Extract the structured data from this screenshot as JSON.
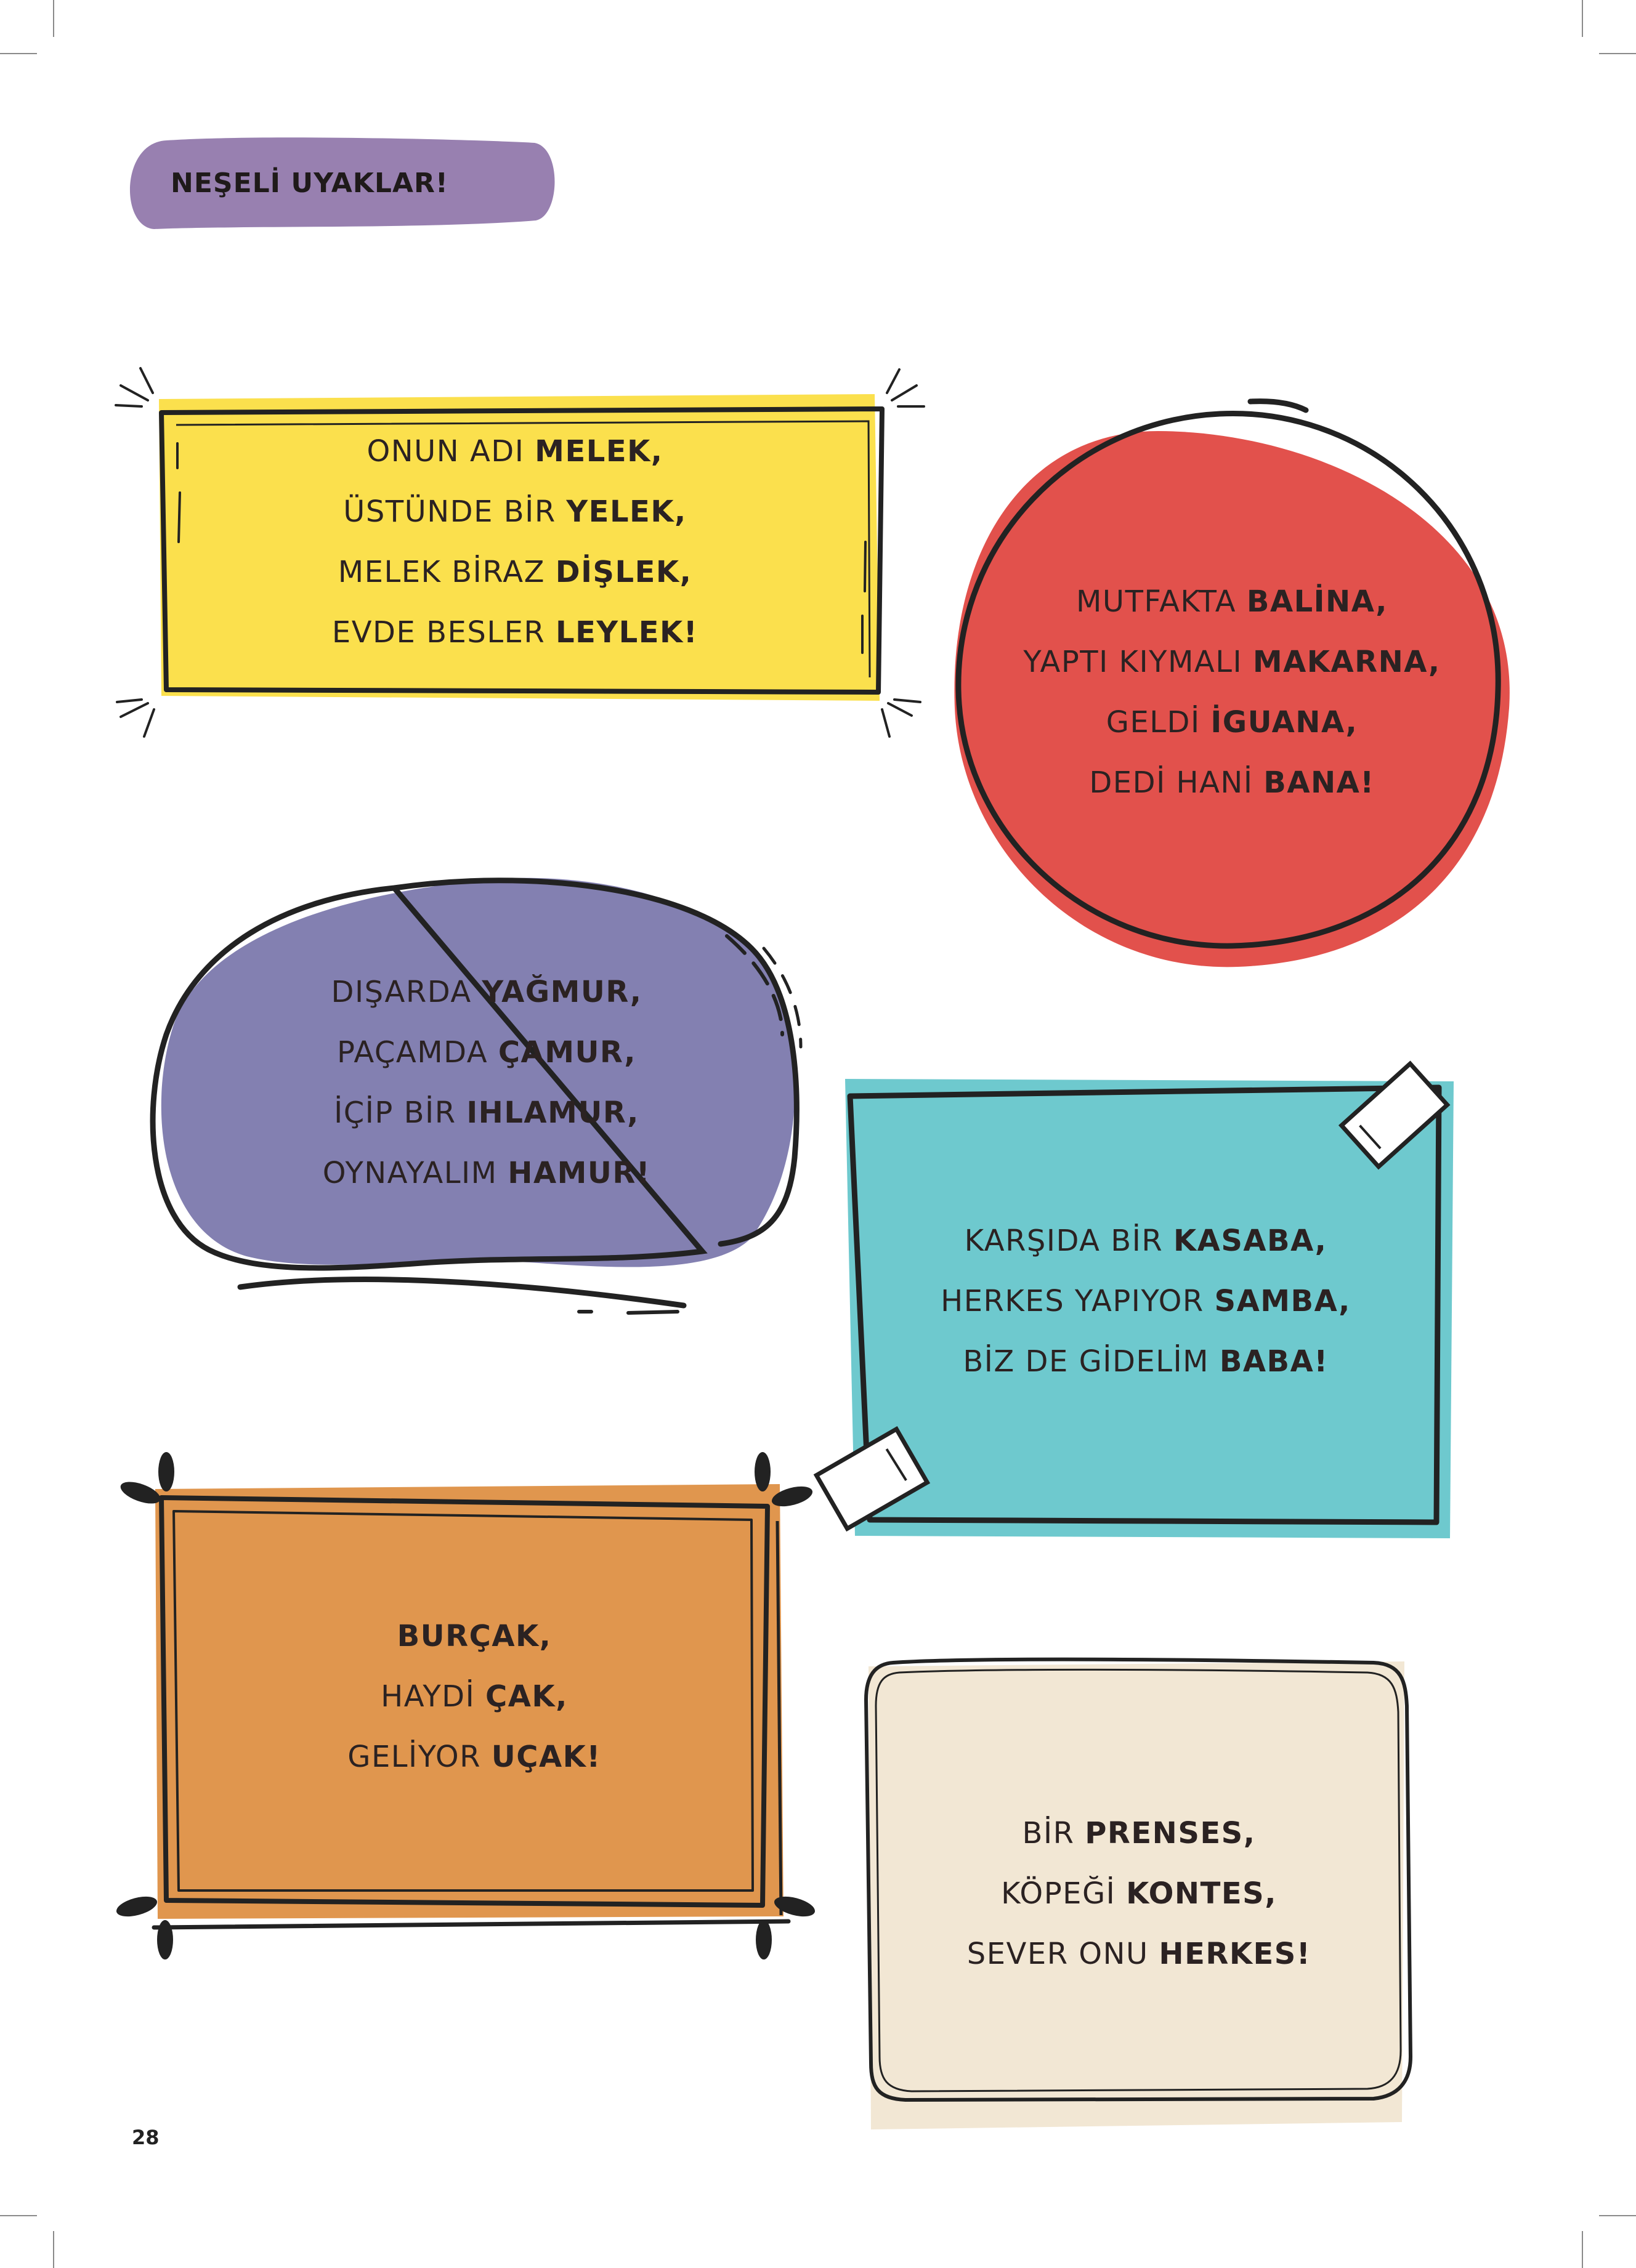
{
  "header": {
    "title": "NEŞELİ UYAKLAR!"
  },
  "page_number": "28",
  "colors": {
    "purple_pill": "#9880b0",
    "yellow": "#fbe04d",
    "red": "#e2514c",
    "lavender": "#8380b1",
    "teal": "#6ec9ce",
    "orange": "#e0964e",
    "cream": "#f2e7d4",
    "outline": "#222222"
  },
  "rhymes": [
    {
      "id": "melek",
      "lines": [
        [
          {
            "t": "ONUN ADI "
          },
          {
            "t": "MELEK,",
            "b": true
          }
        ],
        [
          {
            "t": "ÜSTÜNDE BİR "
          },
          {
            "t": "YELEK,",
            "b": true
          }
        ],
        [
          {
            "t": "MELEK BİRAZ "
          },
          {
            "t": "DİŞLEK,",
            "b": true
          }
        ],
        [
          {
            "t": "EVDE BESLER "
          },
          {
            "t": "LEYLEK!",
            "b": true
          }
        ]
      ]
    },
    {
      "id": "balina",
      "lines": [
        [
          {
            "t": "MUTFAKTA "
          },
          {
            "t": "BALİNA,",
            "b": true
          }
        ],
        [
          {
            "t": "YAPTI KIYMALI "
          },
          {
            "t": "MAKARNA,",
            "b": true
          }
        ],
        [
          {
            "t": "GELDİ "
          },
          {
            "t": "İGUANA,",
            "b": true
          }
        ],
        [
          {
            "t": "DEDİ HANİ "
          },
          {
            "t": "BANA!",
            "b": true
          }
        ]
      ]
    },
    {
      "id": "yagmur",
      "lines": [
        [
          {
            "t": "DIŞARDA "
          },
          {
            "t": "YAĞMUR,",
            "b": true
          }
        ],
        [
          {
            "t": "PAÇAMDA "
          },
          {
            "t": "ÇAMUR,",
            "b": true
          }
        ],
        [
          {
            "t": "İÇİP BİR "
          },
          {
            "t": "IHLAMUR,",
            "b": true
          }
        ],
        [
          {
            "t": "OYNAYALIM "
          },
          {
            "t": "HAMUR!",
            "b": true
          }
        ]
      ]
    },
    {
      "id": "kasaba",
      "lines": [
        [
          {
            "t": "KARŞIDA BİR "
          },
          {
            "t": "KASABA,",
            "b": true
          }
        ],
        [
          {
            "t": "HERKES YAPIYOR "
          },
          {
            "t": "SAMBA,",
            "b": true
          }
        ],
        [
          {
            "t": "BİZ DE GİDELİM "
          },
          {
            "t": "BABA!",
            "b": true
          }
        ]
      ]
    },
    {
      "id": "burcak",
      "lines": [
        [
          {
            "t": "BURÇAK,",
            "b": true
          }
        ],
        [
          {
            "t": "HAYDİ "
          },
          {
            "t": "ÇAK,",
            "b": true
          }
        ],
        [
          {
            "t": "GELİYOR "
          },
          {
            "t": "UÇAK!",
            "b": true
          }
        ]
      ]
    },
    {
      "id": "prenses",
      "lines": [
        [
          {
            "t": "BİR "
          },
          {
            "t": "PRENSES,",
            "b": true
          }
        ],
        [
          {
            "t": "KÖPEĞİ "
          },
          {
            "t": "KONTES,",
            "b": true
          }
        ],
        [
          {
            "t": "SEVER ONU "
          },
          {
            "t": "HERKES!",
            "b": true
          }
        ]
      ]
    }
  ]
}
